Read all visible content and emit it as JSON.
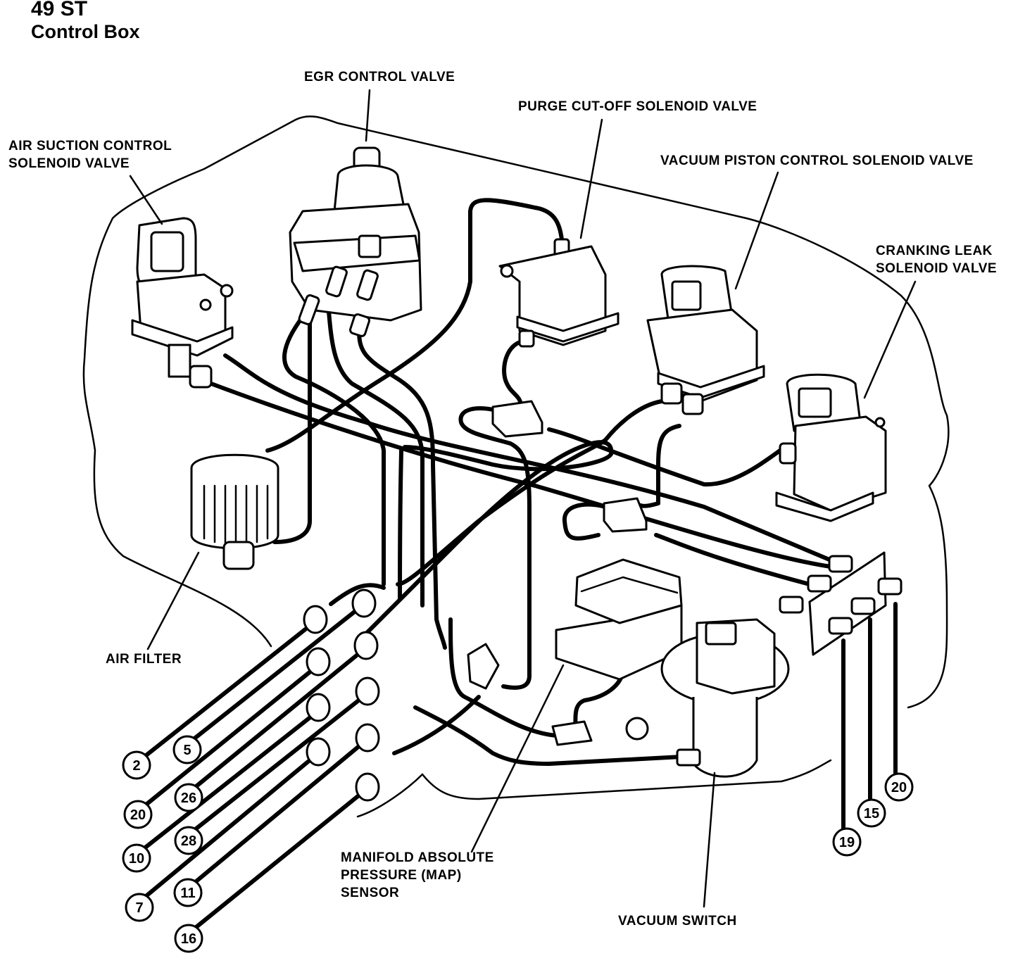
{
  "title": {
    "line1": "49 ST",
    "line2": "Control Box"
  },
  "labels": {
    "egr": "EGR CONTROL VALVE",
    "purge": "PURGE CUT-OFF SOLENOID VALVE",
    "air_suction": "AIR SUCTION CONTROL\nSOLENOID VALVE",
    "vacuum_piston": "VACUUM PISTON CONTROL SOLENOID VALVE",
    "cranking": "CRANKING LEAK\nSOLENOID VALVE",
    "air_filter": "AIR FILTER",
    "map_sensor": "MANIFOLD ABSOLUTE\nPRESSURE (MAP)\nSENSOR",
    "vacuum_switch": "VACUUM SWITCH"
  },
  "ports": {
    "p2": "2",
    "p5": "5",
    "p20_left": "20",
    "p26": "26",
    "p10": "10",
    "p28": "28",
    "p7": "7",
    "p11": "11",
    "p16": "16",
    "p19": "19",
    "p15": "15",
    "p20_right": "20"
  },
  "colors": {
    "ink": "#000000",
    "paper": "#ffffff"
  }
}
